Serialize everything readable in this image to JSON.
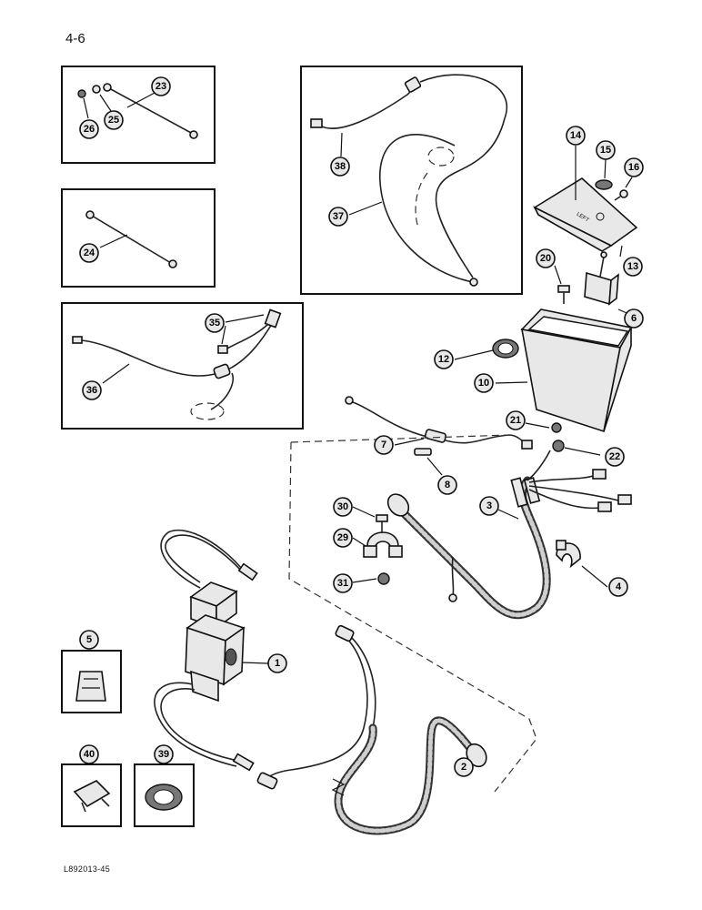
{
  "page": {
    "number": "4-6",
    "figure_code": "L892013-45"
  },
  "callouts": {
    "c1": "1",
    "c2": "2",
    "c3": "3",
    "c4": "4",
    "c5": "5",
    "c6": "6",
    "c7": "7",
    "c8": "8",
    "c10": "10",
    "c12": "12",
    "c13": "13",
    "c14": "14",
    "c15": "15",
    "c16": "16",
    "c20": "20",
    "c21": "21",
    "c22": "22",
    "c23": "23",
    "c24": "24",
    "c25": "25",
    "c26": "26",
    "c29": "29",
    "c30": "30",
    "c31": "31",
    "c35": "35",
    "c36": "36",
    "c37": "37",
    "c38": "38",
    "c39": "39",
    "c40": "40"
  }
}
